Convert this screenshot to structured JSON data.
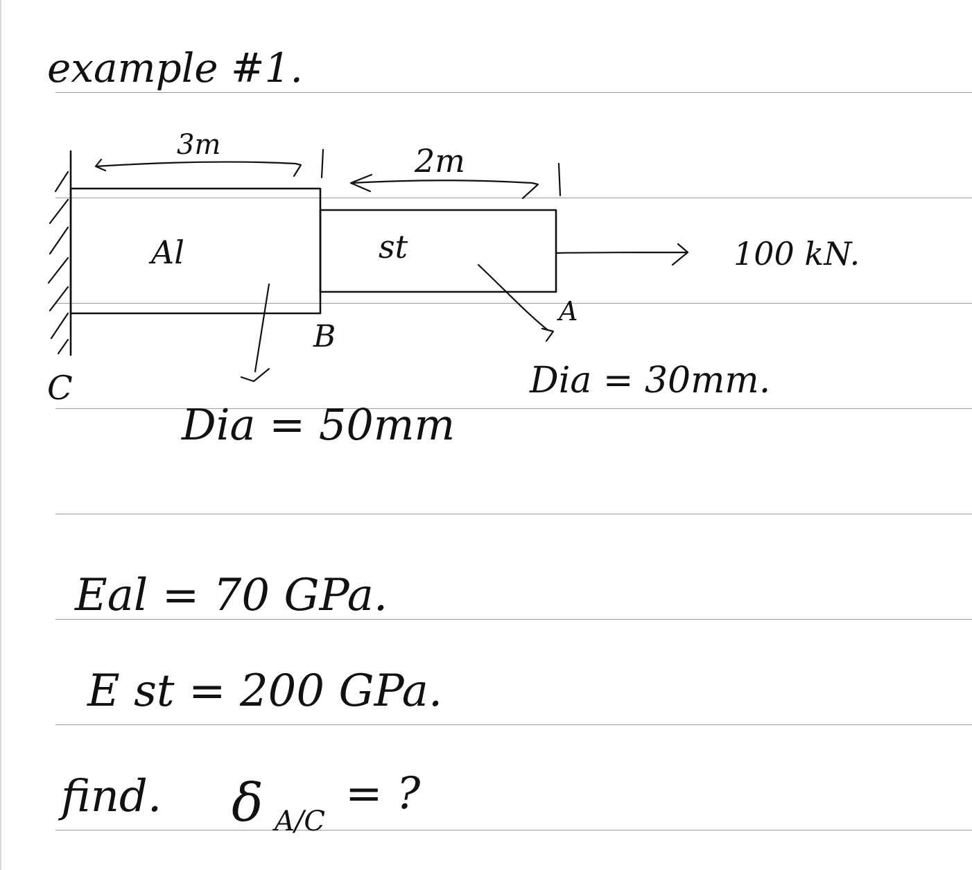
{
  "title": "example #1.",
  "diagram": {
    "wall_label": "C",
    "junction_label": "B",
    "end_label": "A",
    "aluminum": {
      "label": "Al",
      "length": "3m",
      "diameter": "Dia = 50mm"
    },
    "steel": {
      "label": "st",
      "length": "2m",
      "diameter": "Dia = 30mm."
    },
    "load": "100 kN."
  },
  "givens": {
    "e_al": "Eal = 70 GPa.",
    "e_st": "E st = 200 GPa.",
    "find": "find.",
    "delta_symbol": "δ",
    "delta_sub": "A/C",
    "delta_rest": "= ?"
  }
}
